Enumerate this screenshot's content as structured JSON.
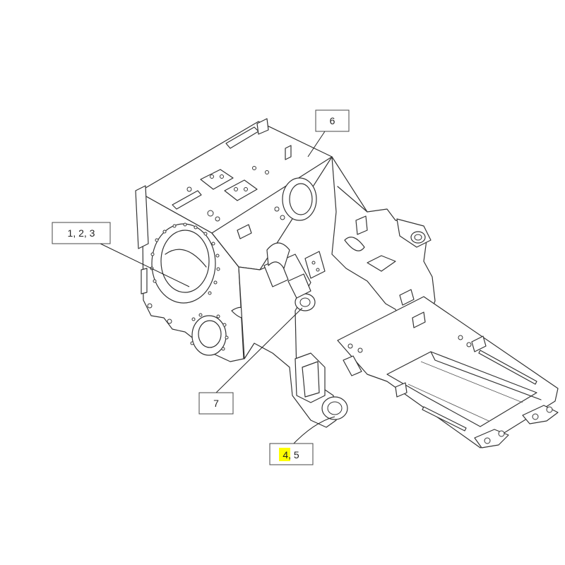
{
  "callouts": [
    {
      "id": "c6",
      "label": "6"
    },
    {
      "id": "c123",
      "label": "1, 2, 3"
    },
    {
      "id": "c7",
      "label": "7"
    },
    {
      "id": "c45",
      "label": "4, 5",
      "highlighted_part": "4,"
    }
  ],
  "colors": {
    "line": "#333333",
    "highlight": "#ffff00",
    "box_border": "#444444"
  }
}
